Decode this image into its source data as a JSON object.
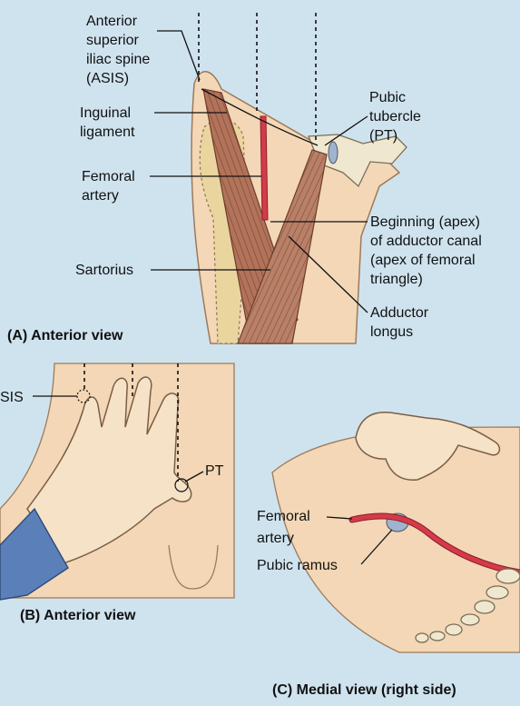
{
  "panel_a": {
    "labels": {
      "asis": [
        "Anterior",
        "superior",
        "iliac spine",
        "(ASIS)"
      ],
      "inguinal": [
        "Inguinal",
        "ligament"
      ],
      "femoral_artery": [
        "Femoral",
        "artery"
      ],
      "sartorius": "Sartorius",
      "pubic_tubercle": [
        "Pubic",
        "tubercle",
        "(PT)"
      ],
      "adductor_canal": [
        "Beginning (apex)",
        "of adductor canal",
        "(apex of femoral",
        "triangle)"
      ],
      "adductor_longus": [
        "Adductor",
        "longus"
      ]
    },
    "caption": "(A) Anterior view"
  },
  "panel_b": {
    "labels": {
      "asis": "SIS",
      "pt": "PT"
    },
    "caption": "(B) Anterior view"
  },
  "panel_c": {
    "labels": {
      "femoral_artery": [
        "Femoral",
        "artery"
      ],
      "pubic_ramus": "Pubic ramus"
    },
    "caption": "(C) Medial view (right side)"
  },
  "colors": {
    "background": "#cfe3ef",
    "skin": "#f3d7b6",
    "skin_shadow": "#e4bd95",
    "muscle": "#b2735a",
    "artery": "#d53a4a",
    "bone": "#efe7cf",
    "sleeve": "#5b7fb8",
    "femur_zone": "#ead59f"
  }
}
